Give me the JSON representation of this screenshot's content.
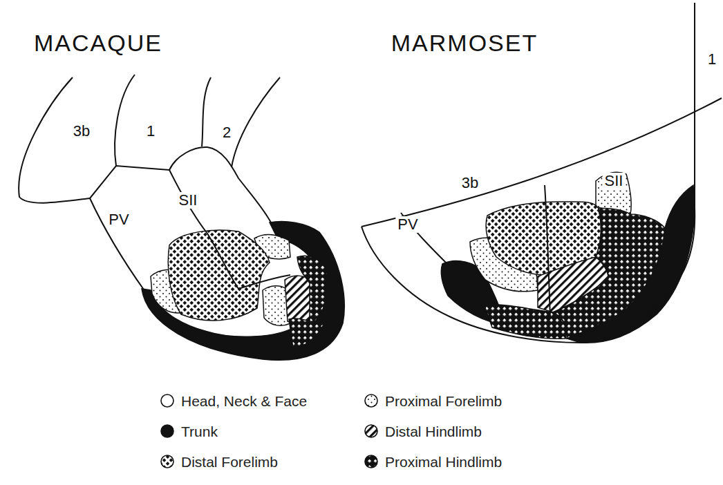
{
  "diagram": {
    "labels": [
      "MACAQUE",
      "MARMOSET",
      "3b",
      "1",
      "2",
      "SII",
      "PV",
      "3b",
      "SII",
      "1",
      "PV"
    ],
    "legend": [
      {
        "text": "Head, Neck & Face"
      },
      {
        "text": "Proximal Forelimb"
      },
      {
        "text": "Trunk"
      },
      {
        "text": "Distal Hindlimb"
      },
      {
        "text": "Distal Forelimb"
      },
      {
        "text": "Proximal Hindlimb"
      }
    ]
  }
}
